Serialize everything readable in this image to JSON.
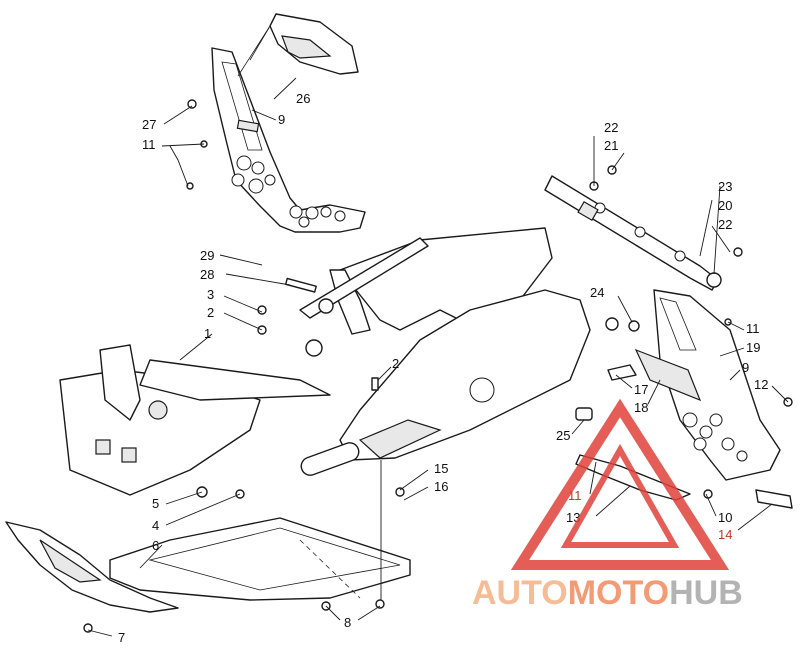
{
  "diagram": {
    "callouts": [
      {
        "id": "c1",
        "text": "1"
      },
      {
        "id": "c2a",
        "text": "2"
      },
      {
        "id": "c2b",
        "text": "2"
      },
      {
        "id": "c3",
        "text": "3"
      },
      {
        "id": "c4",
        "text": "4"
      },
      {
        "id": "c5",
        "text": "5"
      },
      {
        "id": "c6",
        "text": "6"
      },
      {
        "id": "c7",
        "text": "7"
      },
      {
        "id": "c8",
        "text": "8"
      },
      {
        "id": "c9a",
        "text": "9"
      },
      {
        "id": "c9b",
        "text": "9"
      },
      {
        "id": "c10",
        "text": "10"
      },
      {
        "id": "c11a",
        "text": "11"
      },
      {
        "id": "c11b",
        "text": "11"
      },
      {
        "id": "c11c",
        "text": "11"
      },
      {
        "id": "c12",
        "text": "12"
      },
      {
        "id": "c13",
        "text": "13"
      },
      {
        "id": "c14",
        "text": "14"
      },
      {
        "id": "c15",
        "text": "15"
      },
      {
        "id": "c16",
        "text": "16"
      },
      {
        "id": "c17",
        "text": "17"
      },
      {
        "id": "c18",
        "text": "18"
      },
      {
        "id": "c19",
        "text": "19"
      },
      {
        "id": "c20",
        "text": "20"
      },
      {
        "id": "c21",
        "text": "21"
      },
      {
        "id": "c22a",
        "text": "22"
      },
      {
        "id": "c22b",
        "text": "22"
      },
      {
        "id": "c23",
        "text": "23"
      },
      {
        "id": "c24",
        "text": "24"
      },
      {
        "id": "c25",
        "text": "25"
      },
      {
        "id": "c26",
        "text": "26"
      },
      {
        "id": "c27",
        "text": "27"
      },
      {
        "id": "c28",
        "text": "28"
      },
      {
        "id": "c29",
        "text": "29"
      }
    ]
  },
  "watermark": {
    "part1": "AUTO",
    "part2": "MOTO",
    "part3": "HUB",
    "color_primary": "#f4b183",
    "color_secondary": "#a6a6a6",
    "triangle_color": "#e0413a"
  }
}
